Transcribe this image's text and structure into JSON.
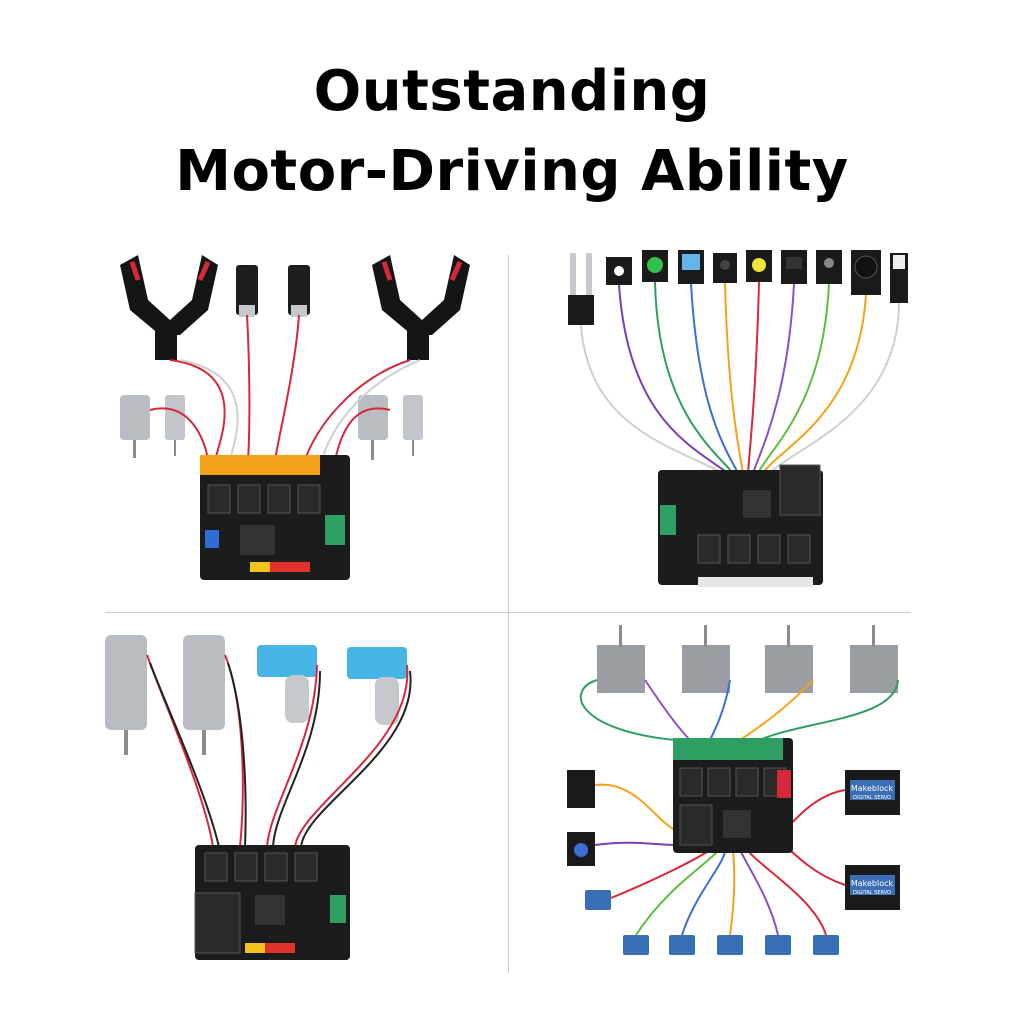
{
  "header": {
    "title_line1": "Outstanding",
    "title_line2": "Motor-Driving Ability"
  },
  "labels": {
    "servo_brand": "Makeblock",
    "servo_sub": "DIGITAL SERVO"
  },
  "colors": {
    "board": "#1c1c1c",
    "connector_orange": "#f2a31b",
    "connector_green": "#2f9e63",
    "servo_blue": "#3a6fb5",
    "encoder_blue": "#47b4e6",
    "wire_red": "#d6283a",
    "motor_silver": "#b9bdc2"
  }
}
